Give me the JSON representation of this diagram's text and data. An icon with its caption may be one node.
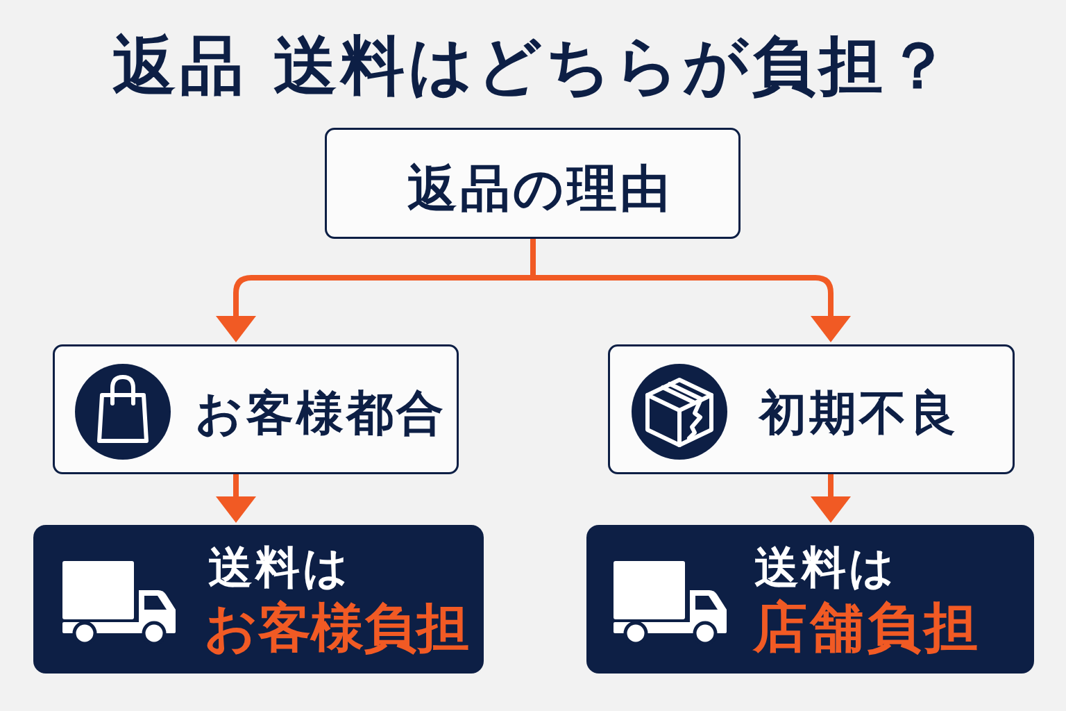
{
  "diagram": {
    "title": "返品 送料はどちらが負担？",
    "nodes": [
      {
        "text": [
          "返品の理由"
        ]
      },
      {
        "text": [
          "お客様都合"
        ]
      },
      {
        "text": [
          "初期不良"
        ]
      },
      {
        "text": [
          "送料は",
          "お客様負担"
        ]
      },
      {
        "text": [
          "送料は",
          "店舗負担"
        ]
      }
    ],
    "edges": [
      {
        "from": 0,
        "to": 1,
        "arrow": "to"
      },
      {
        "from": 0,
        "to": 2,
        "arrow": "to"
      },
      {
        "from": 1,
        "to": 3,
        "arrow": "to"
      },
      {
        "from": 2,
        "to": 4,
        "arrow": "to"
      }
    ]
  }
}
